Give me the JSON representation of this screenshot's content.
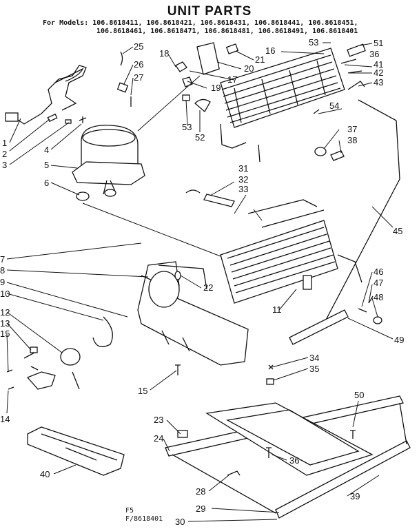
{
  "title": "UNIT PARTS",
  "models_line1": "For Models: 106.8618411, 106.8618421, 106.8618431, 106.8618441, 106.8618451,",
  "models_line2": "106.8618461, 106.8618471, 106.8618481, 106.8618491, 106.8618401",
  "footer_line1": "F5",
  "footer_line2": "F/8618401",
  "callouts": [
    "1",
    "2",
    "3",
    "4",
    "5",
    "6",
    "7",
    "8",
    "9",
    "10",
    "11",
    "12",
    "13",
    "14",
    "15",
    "15",
    "16",
    "17",
    "18",
    "19",
    "20",
    "21",
    "22",
    "23",
    "24",
    "25",
    "26",
    "27",
    "28",
    "29",
    "30",
    "31",
    "32",
    "33",
    "34",
    "35",
    "36",
    "36",
    "37",
    "38",
    "39",
    "40",
    "41",
    "42",
    "43",
    "45",
    "46",
    "47",
    "48",
    "49",
    "50",
    "51",
    "52",
    "53",
    "53",
    "54"
  ]
}
